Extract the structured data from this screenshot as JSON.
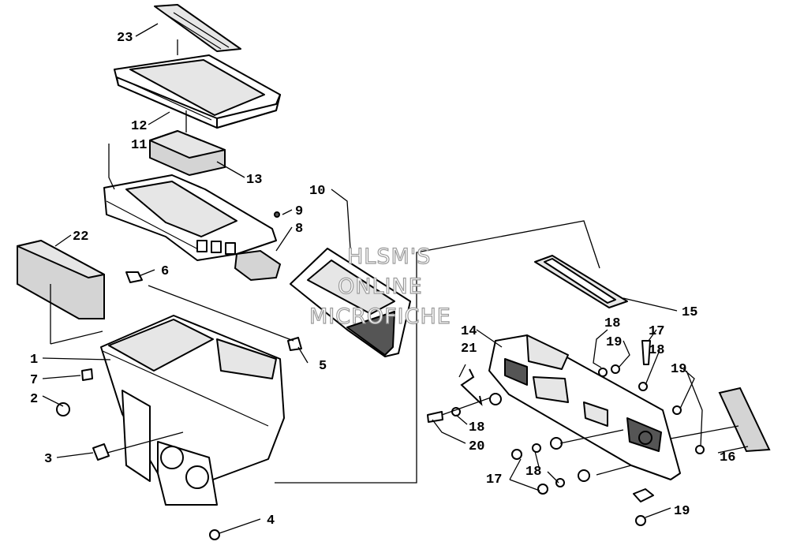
{
  "watermark": {
    "line1": "HLSM'S",
    "line2": "ONLINE",
    "line3": "MICROFICHE"
  },
  "callouts": {
    "c1": "1",
    "c2": "2",
    "c3": "3",
    "c4": "4",
    "c5": "5",
    "c6": "6",
    "c7": "7",
    "c8": "8",
    "c9": "9",
    "c10": "10",
    "c11": "11",
    "c12": "12",
    "c13": "13",
    "c14": "14",
    "c15": "15",
    "c16": "16",
    "c17a": "17",
    "c17b": "17",
    "c18a": "18",
    "c18b": "18",
    "c18c": "18",
    "c18d": "18",
    "c19a": "19",
    "c19b": "19",
    "c19c": "19",
    "c20": "20",
    "c21": "21",
    "c22": "22",
    "c23": "23"
  }
}
